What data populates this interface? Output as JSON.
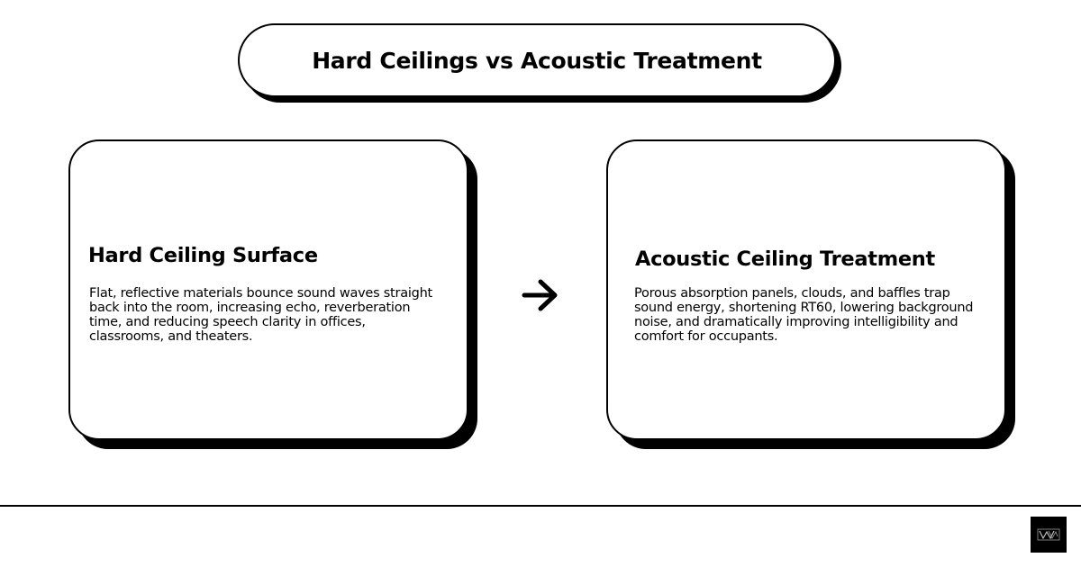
{
  "title": "Hard Ceilings vs Acoustic Treatment",
  "cards": [
    {
      "title": "Hard Ceiling Surface",
      "body": "Flat, reflective materials bounce sound waves straight back into the room, increasing echo, reverberation time, and reducing speech clarity in offices, classrooms, and theaters."
    },
    {
      "title": "Acoustic Ceiling Treatment",
      "body": "Porous absorption panels, clouds, and baffles trap sound energy, shortening RT60, lowering background noise, and dramatically improving intelligibility and comfort for occupants."
    }
  ],
  "icons": {
    "arrow": "arrow-right-icon",
    "logo": "brand-logo-icon"
  },
  "colors": {
    "ink": "#000000",
    "background": "#ffffff"
  }
}
